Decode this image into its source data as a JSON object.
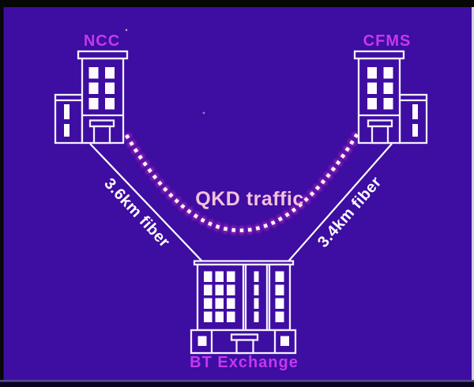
{
  "nodes": {
    "ncc": {
      "label": "NCC"
    },
    "cfms": {
      "label": "CFMS"
    },
    "bt_exchange": {
      "label": "BT Exchange"
    }
  },
  "links": {
    "fiber_left": {
      "label": "3.6km fiber"
    },
    "fiber_right": {
      "label": "3.4km fiber"
    },
    "qkd": {
      "label": "QKD traffic"
    }
  },
  "colors": {
    "background": "#3e0da1",
    "node_label": "#c438f0",
    "qkd_label": "#f4c0dc",
    "qkd_dot": "#ffffff",
    "qkd_glow": "#e534cc",
    "fiber_line": "#ffffff",
    "building_stroke": "#f3effe"
  }
}
